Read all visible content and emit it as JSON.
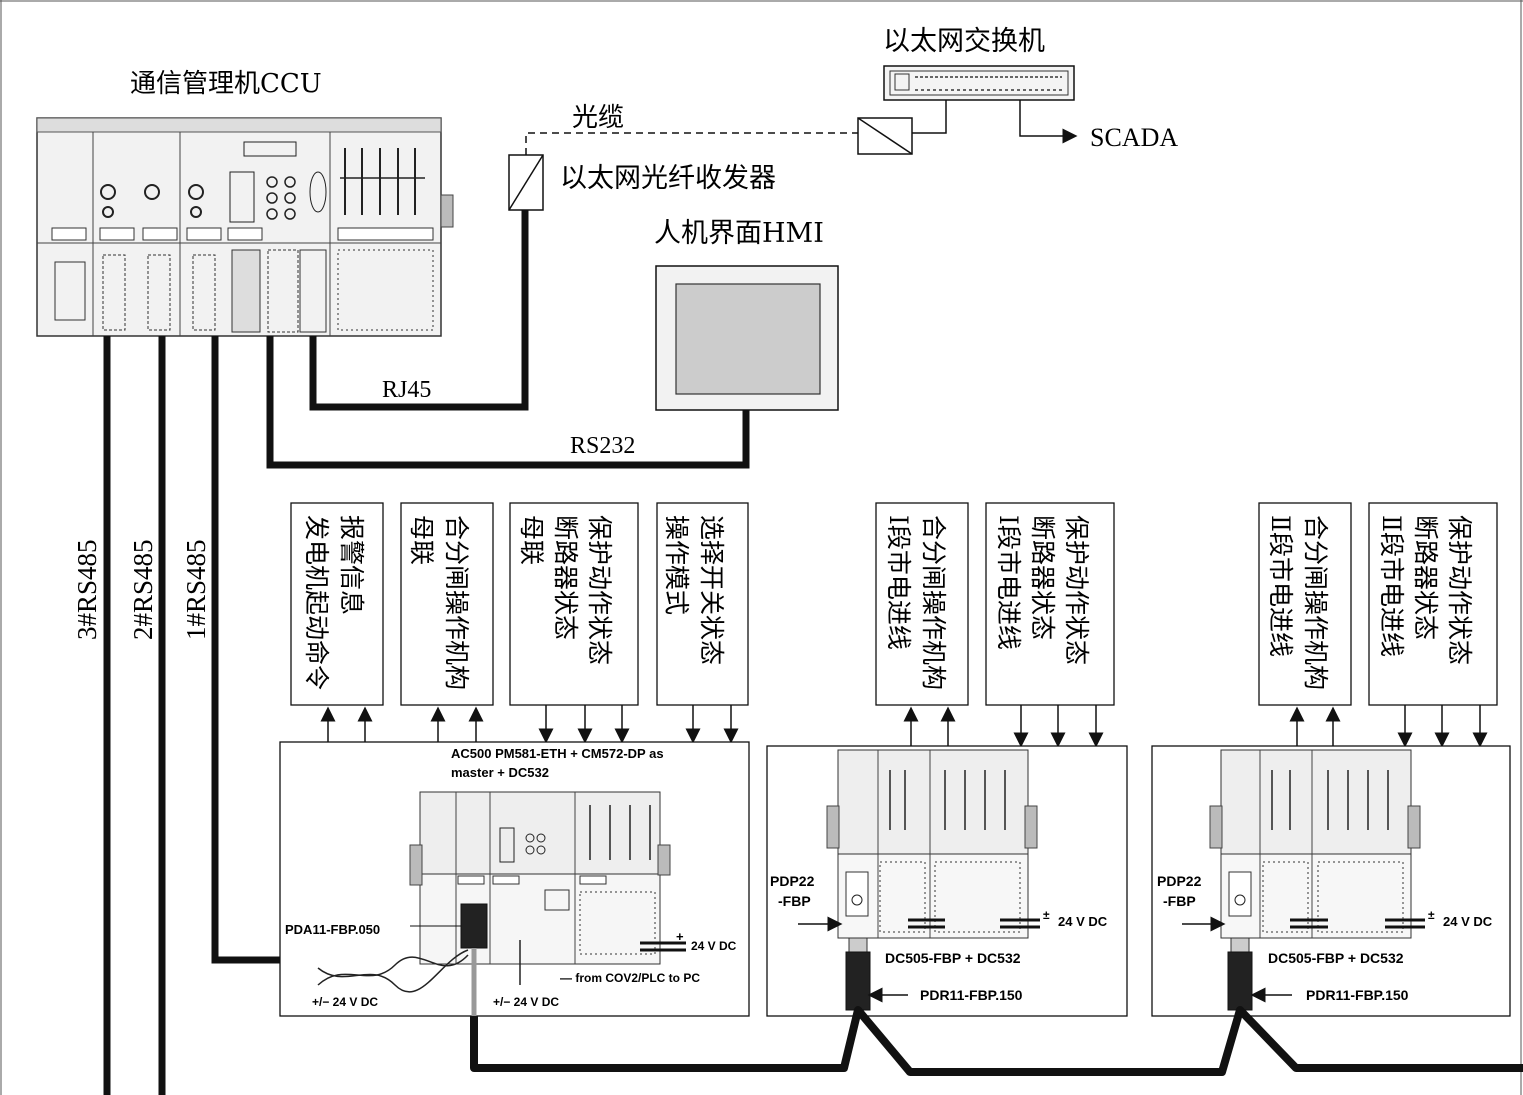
{
  "header": {
    "ccu_label": "通信管理机CCU",
    "switch_label": "以太网交换机",
    "scada_label": "SCADA",
    "fiber_label": "光缆",
    "transceiver_label": "以太网光纤收发器",
    "hmi_label": "人机界面HMI",
    "rj45_label": "RJ45",
    "rs232_label": "RS232"
  },
  "buses": [
    {
      "label": "3#RS485"
    },
    {
      "label": "2#RS485"
    },
    {
      "label": "1#RS485"
    }
  ],
  "signal_boxes": [
    {
      "lines": [
        "发电机起动命令",
        "报警信息"
      ]
    },
    {
      "lines": [
        "母联",
        "合分闸操作机构"
      ]
    },
    {
      "lines": [
        "母联",
        "断路器状态",
        "保护动作状态"
      ]
    },
    {
      "lines": [
        "操作模式",
        "选择开关状态"
      ]
    },
    {
      "lines": [
        "Ⅰ段市电进线",
        "合分闸操作机构"
      ]
    },
    {
      "lines": [
        "Ⅰ段市电进线",
        "断路器状态",
        "保护动作状态"
      ]
    },
    {
      "lines": [
        "Ⅱ段市电进线",
        "合分闸操作机构"
      ]
    },
    {
      "lines": [
        "Ⅱ段市电进线",
        "断路器状态",
        "保护动作状态"
      ]
    }
  ],
  "station1": {
    "title_line1": "AC500 PM581-ETH + CM572-DP as",
    "title_line2": "master + DC532",
    "pda_label": "PDA11-FBP.050",
    "power_label_right": "24 V DC",
    "power_plus": "+",
    "power_label_left": "+/− 24 V DC",
    "power_label_mid": "+/− 24 V DC",
    "from_label": "— from COV2/PLC to PC"
  },
  "station2": {
    "pdp_line1": "PDP22",
    "pdp_line2": "-FBP",
    "power_label": "24 V DC",
    "power_pm": "±",
    "module_label": "DC505-FBP + DC532",
    "pdr_label": "PDR11-FBP.150"
  },
  "station3": {
    "pdp_line1": "PDP22",
    "pdp_line2": "-FBP",
    "power_label": "24 V DC",
    "power_pm": "±",
    "module_label": "DC505-FBP + DC532",
    "pdr_label": "PDR11-FBP.150"
  }
}
